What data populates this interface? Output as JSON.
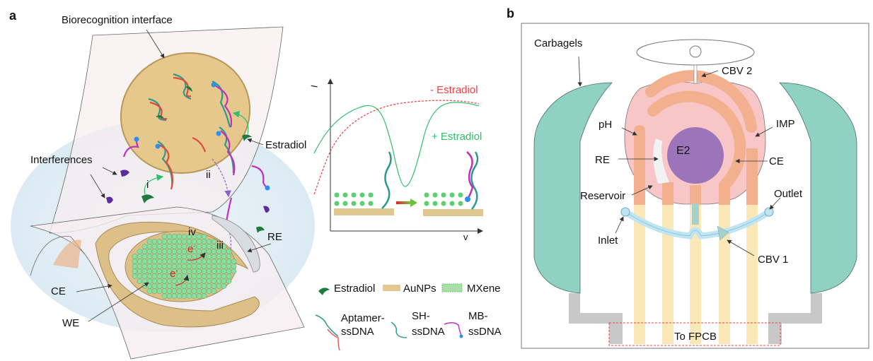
{
  "panel_a": {
    "panel_label": "a",
    "labels": {
      "biorecognition": "Biorecognition interface",
      "estradiol": "Estradiol",
      "interferences": "Interferences",
      "step_i": "i",
      "step_ii": "ii",
      "step_iii": "iii",
      "step_iv": "iv",
      "re": "RE",
      "ce": "CE",
      "we": "WE",
      "electron": "e",
      "electron_sup": "-"
    },
    "graph": {
      "y_axis": "I",
      "x_axis": "v",
      "series_minus": "- Estradiol",
      "series_plus": "+ Estradiol",
      "minus_color": "#f04040",
      "plus_color": "#2fbf6a"
    },
    "legend": [
      {
        "label": "Estradiol",
        "icon": "estradiol-icon"
      },
      {
        "label": "AuNPs",
        "icon": "aunps-icon"
      },
      {
        "label": "MXene",
        "icon": "mxene-icon"
      },
      {
        "label_l1": "Aptamer-",
        "label_l2": "ssDNA",
        "icon": "aptamer-ssdna-icon"
      },
      {
        "label_l1": "SH-",
        "label_l2": "ssDNA",
        "icon": "sh-ssdna-icon"
      },
      {
        "label_l1": "MB-",
        "label_l2": "ssDNA",
        "icon": "mb-ssdna-icon"
      }
    ]
  },
  "panel_b": {
    "panel_label": "b",
    "labels": {
      "carbagels": "Carbagels",
      "cbv2": "CBV 2",
      "ph": "pH",
      "imp": "IMP",
      "re": "RE",
      "ce": "CE",
      "e2": "E2",
      "reservoir": "Reservoir",
      "outlet": "Outlet",
      "inlet": "Inlet",
      "cbv1": "CBV 1",
      "fpcb": "To FPCB"
    },
    "colors": {
      "carbagel": "#8fd1c2",
      "reservoir": "#f8c6c6",
      "electrode": "#f2b08f",
      "e2": "#9b74ba",
      "trace": "#fbe8b8",
      "channel": "#bfe4f2",
      "connector": "#c8c8c8"
    }
  }
}
